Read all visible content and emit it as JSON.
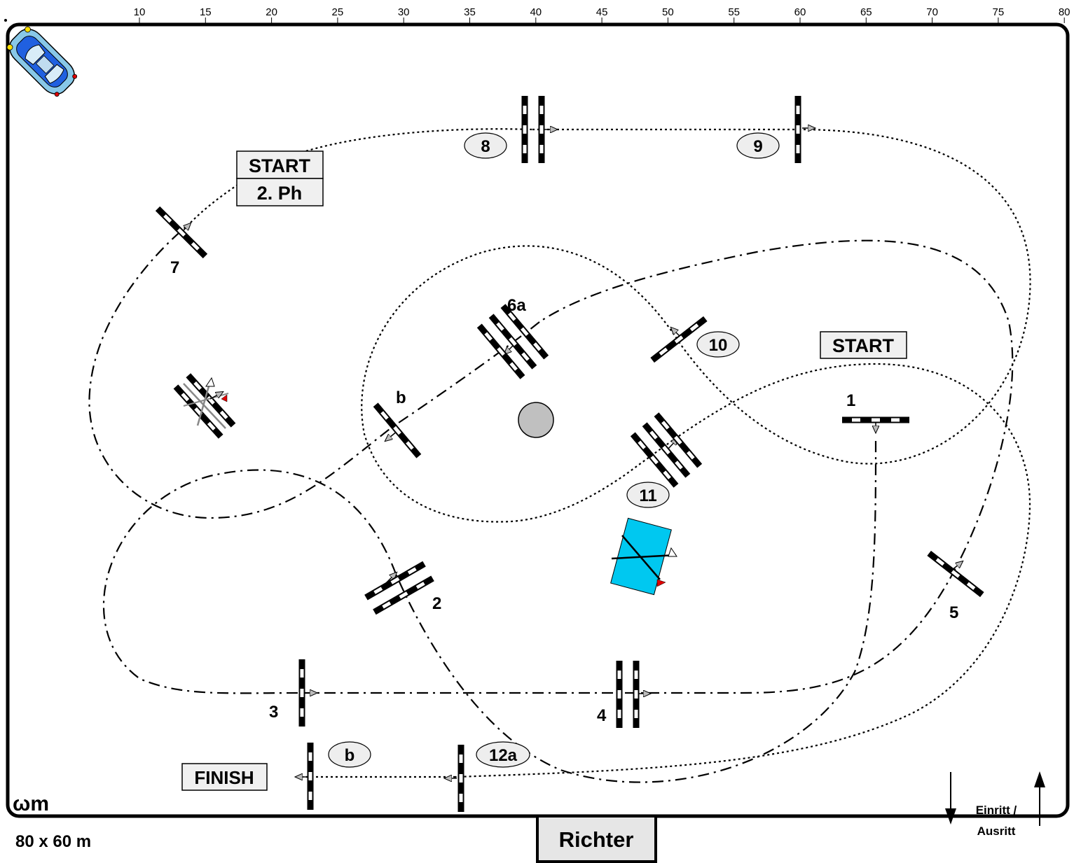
{
  "arena": {
    "size_label": "80 x 60 m",
    "ruler_ticks": [
      "10",
      "15",
      "20",
      "25",
      "30",
      "35",
      "40",
      "45",
      "50",
      "55",
      "60",
      "65",
      "70",
      "75",
      "80"
    ],
    "judge_label": "Richter",
    "entrance_label_line1": "Einritt /",
    "entrance_label_line2": "Ausritt",
    "logo_text": "ωm"
  },
  "signs": {
    "start_phase2_line1": "START",
    "start_phase2_line2": "2. Ph",
    "start": "START",
    "finish": "FINISH"
  },
  "jump_labels": {
    "j1": "1",
    "j2": "2",
    "j3": "3",
    "j4": "4",
    "j5": "5",
    "j6a": "6a",
    "j6b": "b",
    "j7": "7",
    "j8": "8",
    "j9": "9",
    "j10": "10",
    "j11": "11",
    "j12a": "12a",
    "j12b": "b"
  },
  "colors": {
    "water_tray": "#00c8f0",
    "circle_marker": "#c0c0c0",
    "sign_background": "#f0f0f0",
    "flag_red": "#e00000",
    "oval_fill": "#eeeeee"
  },
  "icons": {
    "car": "car-icon",
    "arrow_down": "arrow-down-icon",
    "arrow_up": "arrow-up-icon"
  }
}
